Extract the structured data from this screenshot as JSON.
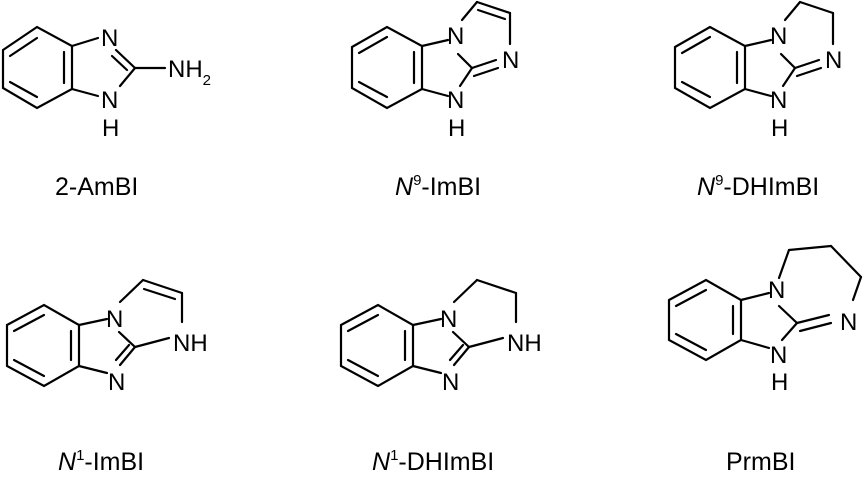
{
  "figure": {
    "type": "chemical-structures",
    "compounds": [
      {
        "id": "c1",
        "name": "2-AmBI",
        "prefix": "",
        "sup": "",
        "suffix": "2-AmBI",
        "atoms": [
          "N",
          "N",
          "H",
          "NH",
          "2"
        ]
      },
      {
        "id": "c2",
        "name": "N9-ImBI",
        "prefix": "N",
        "sup": "9",
        "suffix": "-ImBI",
        "atoms": [
          "N",
          "N",
          "N",
          "H"
        ]
      },
      {
        "id": "c3",
        "name": "N9-DHImBI",
        "prefix": "N",
        "sup": "9",
        "suffix": "-DHImBI",
        "atoms": [
          "N",
          "N",
          "N",
          "H"
        ]
      },
      {
        "id": "c4",
        "name": "N1-ImBI",
        "prefix": "N",
        "sup": "1",
        "suffix": "-ImBI",
        "atoms": [
          "N",
          "NH",
          "N"
        ]
      },
      {
        "id": "c5",
        "name": "N1-DHImBI",
        "prefix": "N",
        "sup": "1",
        "suffix": "-DHImBI",
        "atoms": [
          "N",
          "NH",
          "N"
        ]
      },
      {
        "id": "c6",
        "name": "PrmBI",
        "prefix": "",
        "sup": "",
        "suffix": "PrmBI",
        "atoms": [
          "N",
          "N",
          "N",
          "H"
        ]
      }
    ]
  }
}
